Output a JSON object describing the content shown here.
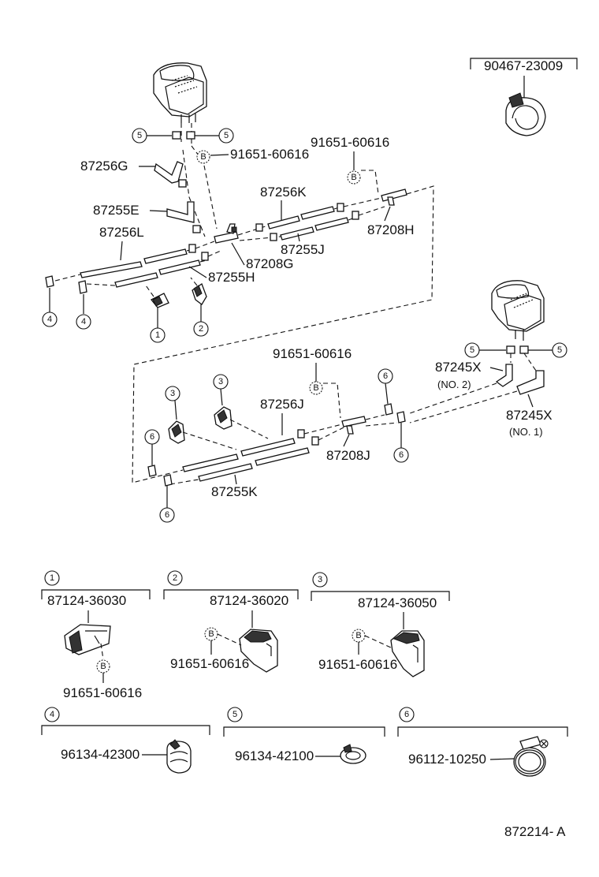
{
  "labels": {
    "p_90467": "90467-23009",
    "p_91651_a": "91651-60616",
    "p_91651_b": "91651-60616",
    "p_91651_c": "91651-60616",
    "p_91651_d": "91651-60616",
    "p_91651_e": "91651-60616",
    "p_91651_f": "91651-60616",
    "p_87256G": "87256G",
    "p_87256K": "87256K",
    "p_87255E": "87255E",
    "p_87208H": "87208H",
    "p_87256L": "87256L",
    "p_87255J": "87255J",
    "p_87208G": "87208G",
    "p_87255H": "87255H",
    "p_87245X_2": "87245X",
    "p_87245X_2_sub": "(NO. 2)",
    "p_87245X_1": "87245X",
    "p_87245X_1_sub": "(NO. 1)",
    "p_87256J": "87256J",
    "p_87208J": "87208J",
    "p_87255K": "87255K",
    "p_87124_36030": "87124-36030",
    "p_87124_36020": "87124-36020",
    "p_87124_36050": "87124-36050",
    "p_96134_42300": "96134-42300",
    "p_96134_42100": "96134-42100",
    "p_96112_10250": "96112-10250",
    "diagram_code": "872214- A"
  },
  "callouts": {
    "c1": "1",
    "c2": "2",
    "c3": "3",
    "c4": "4",
    "c5": "5",
    "c6": "6",
    "cB": "B"
  },
  "legend": {
    "g1": "1",
    "g2": "2",
    "g3": "3",
    "g4": "4",
    "g5": "5",
    "g6": "6"
  }
}
